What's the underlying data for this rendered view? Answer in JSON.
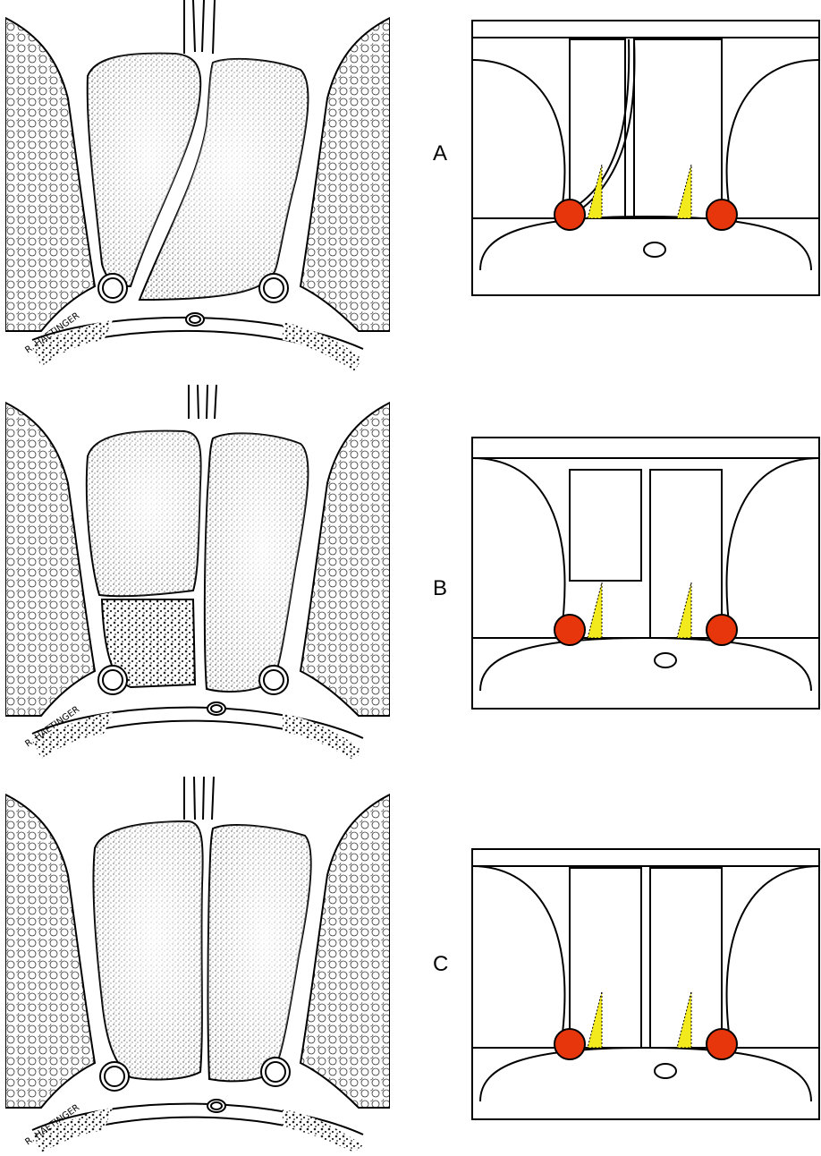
{
  "figure": {
    "panels": [
      {
        "id": "A",
        "label": "A",
        "signature": "R. HAETINGER",
        "variant": "oblique-septum"
      },
      {
        "id": "B",
        "label": "B",
        "signature": "R. HAETINGER",
        "variant": "partial-left-cavity"
      },
      {
        "id": "C",
        "label": "C",
        "signature": "R. HAETINGER",
        "variant": "vertical-septum"
      }
    ],
    "colors": {
      "outline": "#000000",
      "red_marker": "#e8360c",
      "yellow_wedge": "#f2ea1c",
      "stipple": "#222222",
      "bone_dots": "#333333"
    }
  }
}
